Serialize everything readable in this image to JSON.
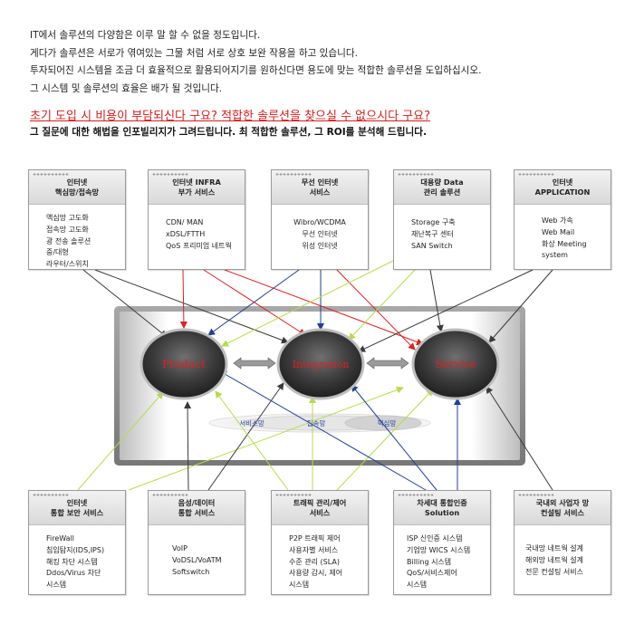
{
  "intro": [
    "IT에서 솔루션의 다양함은 이루 말 할 수 없을 정도입니다.",
    "게다가 솔루션은 서로가 엮여있는 그물 처럼 서로 상호 보완 작용을 하고 있습니다.",
    "투자되어진 시스템을 조금 더 효율적으로 활용되어지기를 원하신다면 용도에 맞는 적합한 솔루션을 도입하십시오.",
    "그 시스템 및 솔루션의 효율은 배가 될 것입니다."
  ],
  "headline": "초기 도입 시 비용이 부담되신다 구요?  적합한 솔루션을 찾으실 수 없으시다 구요?",
  "subline": "그 질문에 대한 해법을 인포빌리지가 그려드립니다. 최 적합한 솔루션, 그 ROI를 분석해 드립니다.",
  "top_boxes": [
    {
      "title": [
        "인터넷",
        "핵심망/접속망"
      ],
      "items": [
        "액심망 고도화",
        "접속망 고도화",
        "광 전송 솔루션",
        "중/대형",
        "라우터/스위치"
      ],
      "align": "left"
    },
    {
      "title": [
        "인터넷 INFRA",
        "부가 서비스"
      ],
      "items": [
        "CDN/ MAN",
        "xDSL/FTTH",
        "QoS 프리미엄 네트웍"
      ],
      "align": "left"
    },
    {
      "title": [
        "무선 인터넷",
        "서비스"
      ],
      "items": [
        "Wibro/WCDMA",
        "무선 인터넷",
        "위성 인터넷"
      ],
      "align": "center"
    },
    {
      "title": [
        "대용량 Data",
        "관리 솔루션"
      ],
      "items": [
        "Storage 구축",
        "재난복구 센터",
        "SAN Switch"
      ],
      "align": "left"
    },
    {
      "title": [
        "인터넷",
        "APPLICATION"
      ],
      "items": [
        "Web 가속",
        "Web Mail",
        "화상 Meeting",
        "system"
      ],
      "align": "left"
    }
  ],
  "bottom_boxes": [
    {
      "title": [
        "인터넷",
        "통합 보안 서비스"
      ],
      "items": [
        "FireWall",
        "침입탐지(IDS,IPS)",
        "해킹 차단 시스템",
        "Ddos/Virus 차단",
        "시스템"
      ],
      "align": "left"
    },
    {
      "title": [
        "음성/데이터",
        "통합 서비스"
      ],
      "items": [
        "VoIP",
        "VoDSL/VoATM",
        "Softswitch"
      ],
      "align": "left"
    },
    {
      "title": [
        "트래픽 관리/제어",
        "서비스"
      ],
      "items": [
        "P2P 트래픽 제어",
        "사용자별 서비스",
        "수준 관리 (SLA)",
        "사용량 감시, 제어",
        "시스템"
      ],
      "align": "left"
    },
    {
      "title": [
        "차세대 통합인증",
        "Solution"
      ],
      "items": [
        "ISP 신인증 시스템",
        "기업망 WICS 시스템",
        "Billing 시스템",
        "QoS/서비스제어",
        "시스템"
      ],
      "align": "left"
    },
    {
      "title": [
        "국내외 사업자 망",
        "컨설팅 서비스"
      ],
      "items": [
        "국내망 네트웍 설계",
        "해외망 네트웍 설계",
        "전문 컨설팅 서비스"
      ],
      "align": "left"
    }
  ],
  "hubs": [
    "Product",
    "Integration",
    "Service"
  ],
  "tracks": [
    "서비스망",
    "접속망",
    "핵심망"
  ],
  "colors": {
    "accent_red": "#d71c1c",
    "hub_text": "#e0201c",
    "arrow_red": "#dd1f1f",
    "arrow_blue": "#1f3f97",
    "arrow_green": "#b6dc4c",
    "arrow_dark": "#3a3a3a",
    "track_text": "#2b4aa0"
  }
}
